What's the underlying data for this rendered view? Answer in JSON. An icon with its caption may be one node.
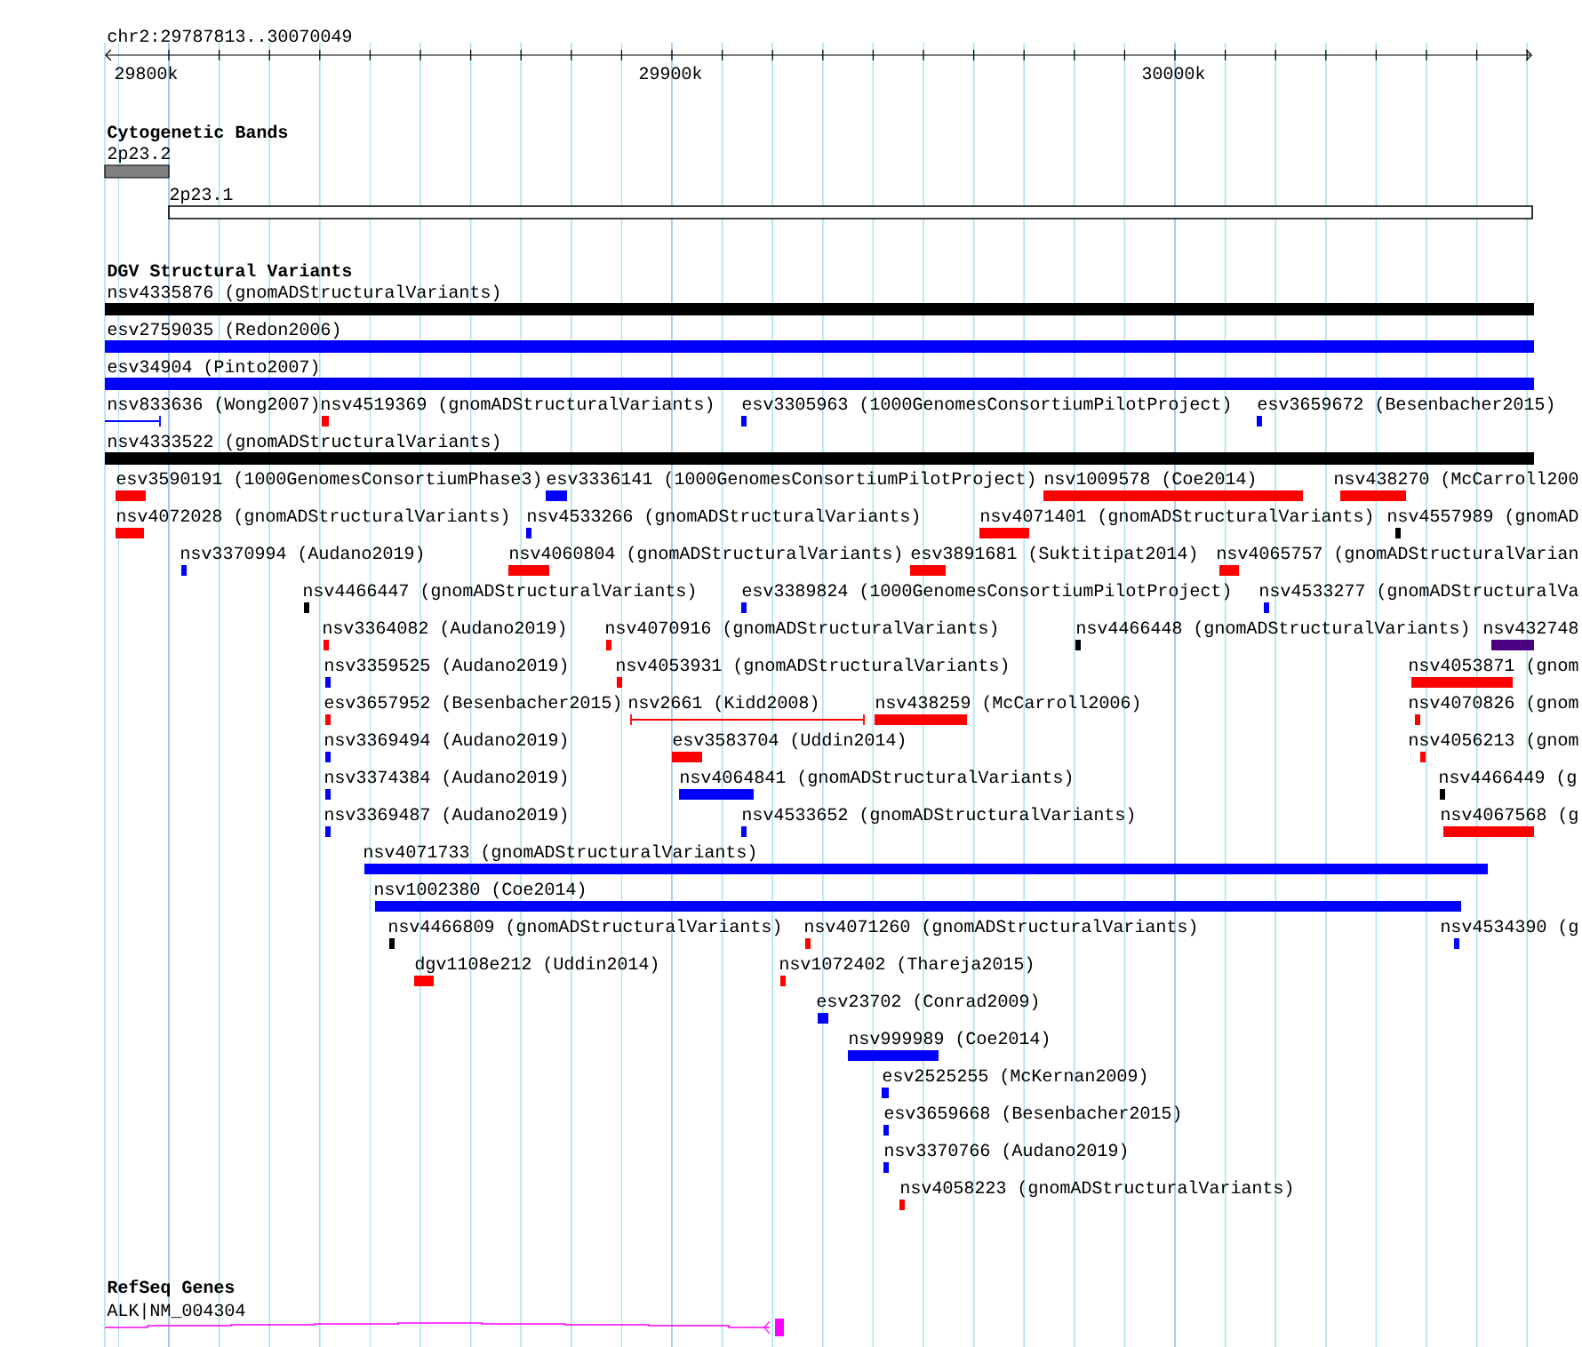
{
  "diagram": {
    "labels": [
      "chr2:29787813..30070049",
      "29800k",
      "29900k",
      "30000k",
      "Cytogenetic Bands",
      "2p23.2",
      "2p23.1",
      "DGV Structural Variants",
      "nsv4335876 (gnomADStructuralVariants)",
      "esv2759035 (Redon2006)",
      "esv34904 (Pinto2007)",
      "nsv833636 (Wong2007)",
      "nsv4519369 (gnomADStructuralVariants)",
      "esv3305963 (1000GenomesConsortiumPilotProject)",
      "esv3659672 (Besenbacher2015)",
      "nsv4333522 (gnomADStructuralVariants)",
      "esv3590191 (1000GenomesConsortiumPhase3)",
      "esv3336141 (1000GenomesConsortiumPilotProject)",
      "nsv1009578 (Coe2014)",
      "nsv438270 (McCarroll200",
      "nsv4072028 (gnomADStructuralVariants)",
      "nsv4533266 (gnomADStructuralVariants)",
      "nsv4071401 (gnomADStructuralVariants)",
      "nsv4557989 (gnomAD",
      "nsv3370994 (Audano2019)",
      "nsv4060804 (gnomADStructuralVariants)",
      "esv3891681 (Suktitipat2014)",
      "nsv4065757 (gnomADStructuralVarian",
      "nsv4466447 (gnomADStructuralVariants)",
      "esv3389824 (1000GenomesConsortiumPilotProject)",
      "nsv4533277 (gnomADStructuralVa",
      "nsv3364082 (Audano2019)",
      "nsv4070916 (gnomADStructuralVariants)",
      "nsv4466448 (gnomADStructuralVariants)",
      "nsv432748",
      "nsv3359525 (Audano2019)",
      "nsv4053931 (gnomADStructuralVariants)",
      "nsv4053871 (gnom",
      "esv3657952 (Besenbacher2015)",
      "nsv2661 (Kidd2008)",
      "nsv438259 (McCarroll2006)",
      "nsv4070826 (gnom",
      "nsv3369494 (Audano2019)",
      "esv3583704 (Uddin2014)",
      "nsv4056213 (gnom",
      "nsv3374384 (Audano2019)",
      "nsv4064841 (gnomADStructuralVariants)",
      "nsv4466449 (g",
      "nsv3369487 (Audano2019)",
      "nsv4533652 (gnomADStructuralVariants)",
      "nsv4067568 (g",
      "nsv4071733 (gnomADStructuralVariants)",
      "nsv1002380 (Coe2014)",
      "nsv4466809 (gnomADStructuralVariants)",
      "nsv4071260 (gnomADStructuralVariants)",
      "nsv4534390 (g",
      "dgv1108e212 (Uddin2014)",
      "nsv1072402 (Thareja2015)",
      "esv23702 (Conrad2009)",
      "nsv999989 (Coe2014)",
      "esv2525255 (McKernan2009)",
      "esv3659668 (Besenbacher2015)",
      "nsv3370766 (Audano2019)",
      "nsv4058223 (gnomADStructuralVariants)",
      "RefSeq Genes",
      "ALK|NM_004304"
    ]
  }
}
